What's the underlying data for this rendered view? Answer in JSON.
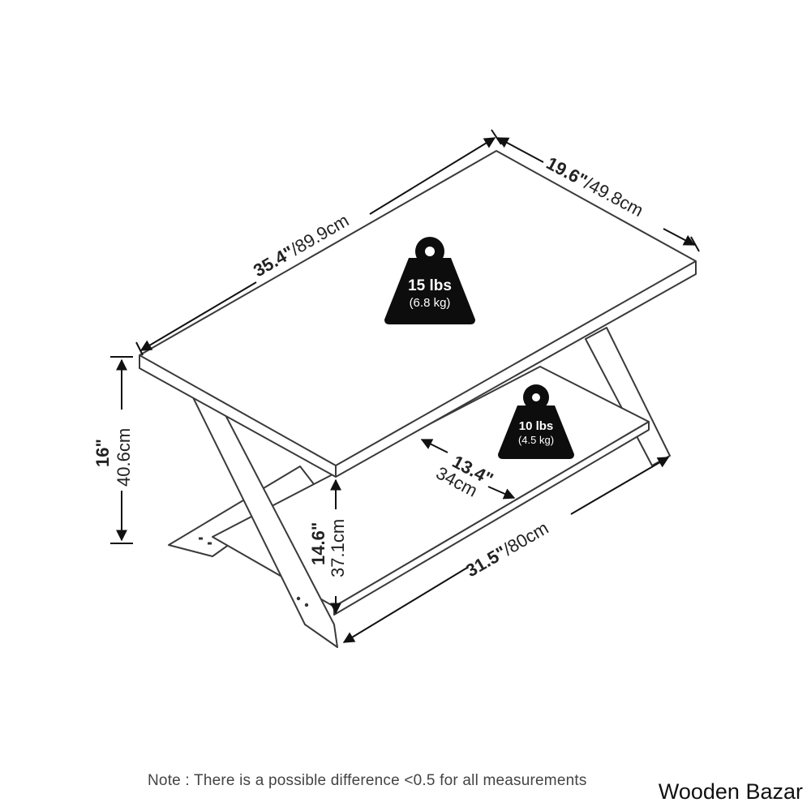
{
  "dimensions": {
    "length_in": "35.4\"",
    "length_cm": "/89.9cm",
    "width_in": "19.6\"",
    "width_cm": "/49.8cm",
    "height_in": "16\"",
    "height_cm": "40.6cm",
    "shelf_height_in": "14.6\"",
    "shelf_height_cm": "37.1cm",
    "shelf_depth_in": "13.4\"",
    "shelf_depth_cm": "34cm",
    "shelf_length_in": "31.5\"",
    "shelf_length_cm": "/80cm"
  },
  "weights": {
    "top": {
      "lbs": "15 lbs",
      "kg": "(6.8 kg)"
    },
    "shelf": {
      "lbs": "10 lbs",
      "kg": "(4.5 kg)"
    }
  },
  "note": "Note : There is a possible difference <0.5 for all measurements",
  "brand": "Wooden Bazar",
  "colors": {
    "line": "#3a3a3a",
    "weight_icon": "#0d0d0d",
    "text": "#222222"
  }
}
